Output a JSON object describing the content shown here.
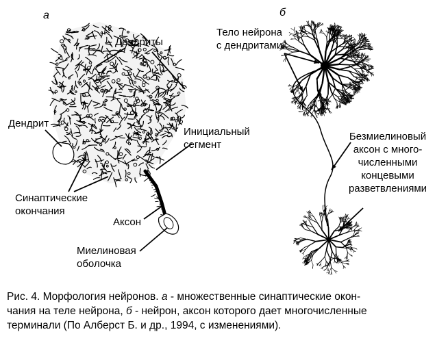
{
  "panels": {
    "a": "а",
    "b": "б"
  },
  "labels_a": {
    "dendrites": "Дендриты",
    "dendrite": "Дендрит",
    "initial_segment_1": "Инициальный",
    "initial_segment_2": "сегмент",
    "synaptic_1": "Синаптические",
    "synaptic_2": "окончания",
    "axon": "Аксон",
    "myelin_1": "Миелиновая",
    "myelin_2": "оболочка"
  },
  "labels_b": {
    "body_1": "Тело нейрона",
    "body_2": "с дендритами",
    "axon_1": "Безмиелиновый",
    "axon_2": "аксон с много-",
    "axon_3": "численными",
    "axon_4": "концевыми",
    "axon_5": "разветвлениями"
  },
  "caption": {
    "part1": "Рис. 4. Морфология нейронов. ",
    "a": "а",
    "part2": " - множественные синаптические окон-",
    "part3": "чания на теле нейрона, ",
    "b": "б",
    "part4": " - нейрон, аксон которого дает многочисленные",
    "part5": "терминали (По Алберст Б. и др., 1994, с изменениями)."
  },
  "colors": {
    "ink": "#000000",
    "background": "#ffffff"
  }
}
